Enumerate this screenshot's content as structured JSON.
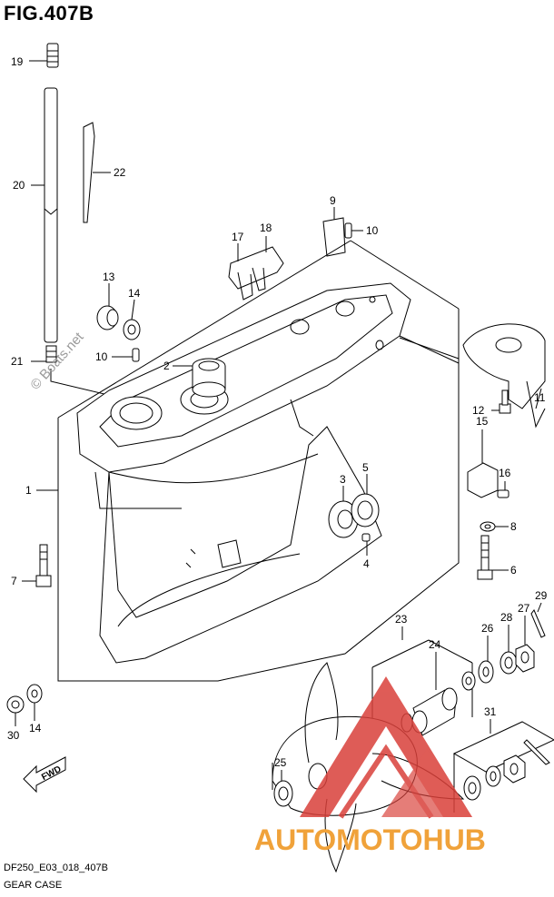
{
  "figure_title": "FIG.407B",
  "footer": {
    "code": "DF250_E03_018_407B",
    "name": "GEAR CASE"
  },
  "watermark": {
    "text": "© Boats.net",
    "logo_text": "AUTOMOTOHUB"
  },
  "direction_label": "FWD",
  "callouts": {
    "c1": "1",
    "c2": "2",
    "c3": "3",
    "c4": "4",
    "c5": "5",
    "c6": "6",
    "c7": "7",
    "c8": "8",
    "c9": "9",
    "c10a": "10",
    "c10b": "10",
    "c11": "11",
    "c12": "12",
    "c13": "13",
    "c14a": "14",
    "c14b": "14",
    "c15": "15",
    "c16": "16",
    "c17": "17",
    "c18": "18",
    "c19": "19",
    "c20": "20",
    "c21": "21",
    "c22": "22",
    "c23": "23",
    "c24": "24",
    "c25": "25",
    "c26": "26",
    "c27": "27",
    "c28": "28",
    "c29": "29",
    "c30": "30",
    "c31": "31"
  },
  "colors": {
    "logo_red": "#d9403a",
    "logo_orange": "#f0a23a",
    "line": "#000000"
  }
}
